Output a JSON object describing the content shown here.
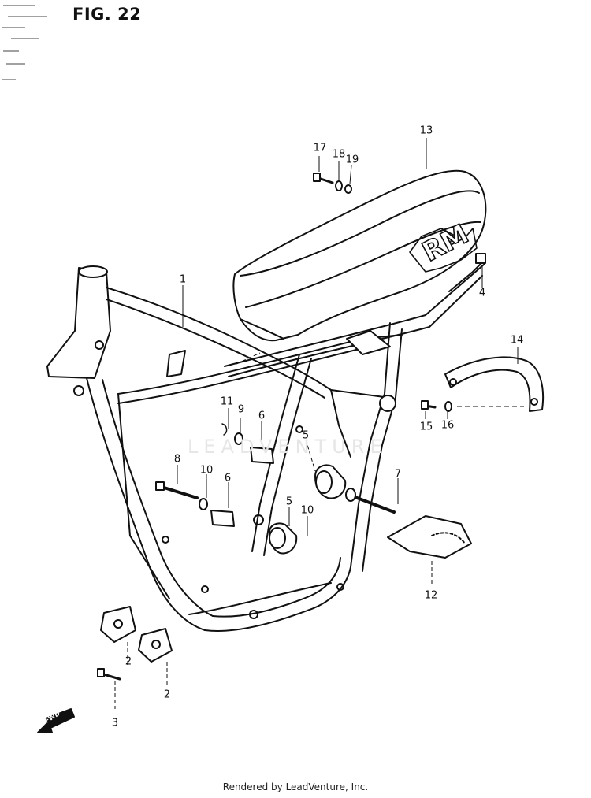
{
  "figure": {
    "title": "FIG. 22"
  },
  "watermark": "LEADVENTURE",
  "footer": "Rendered by LeadVenture, Inc.",
  "fwd_label": "FWD",
  "seat_emblem": "RM",
  "callouts": [
    {
      "id": "c1",
      "text": "1"
    },
    {
      "id": "c2a",
      "text": "2"
    },
    {
      "id": "c2b",
      "text": "2"
    },
    {
      "id": "c3",
      "text": "3"
    },
    {
      "id": "c4",
      "text": "4"
    },
    {
      "id": "c5a",
      "text": "5"
    },
    {
      "id": "c5b",
      "text": "5"
    },
    {
      "id": "c6a",
      "text": "6"
    },
    {
      "id": "c6b",
      "text": "6"
    },
    {
      "id": "c7",
      "text": "7"
    },
    {
      "id": "c8",
      "text": "8"
    },
    {
      "id": "c9",
      "text": "9"
    },
    {
      "id": "c10a",
      "text": "10"
    },
    {
      "id": "c10b",
      "text": "10"
    },
    {
      "id": "c11",
      "text": "11"
    },
    {
      "id": "c12",
      "text": "12"
    },
    {
      "id": "c13",
      "text": "13"
    },
    {
      "id": "c14",
      "text": "14"
    },
    {
      "id": "c15",
      "text": "15"
    },
    {
      "id": "c16",
      "text": "16"
    },
    {
      "id": "c17",
      "text": "17"
    },
    {
      "id": "c18",
      "text": "18"
    },
    {
      "id": "c19",
      "text": "19"
    }
  ]
}
